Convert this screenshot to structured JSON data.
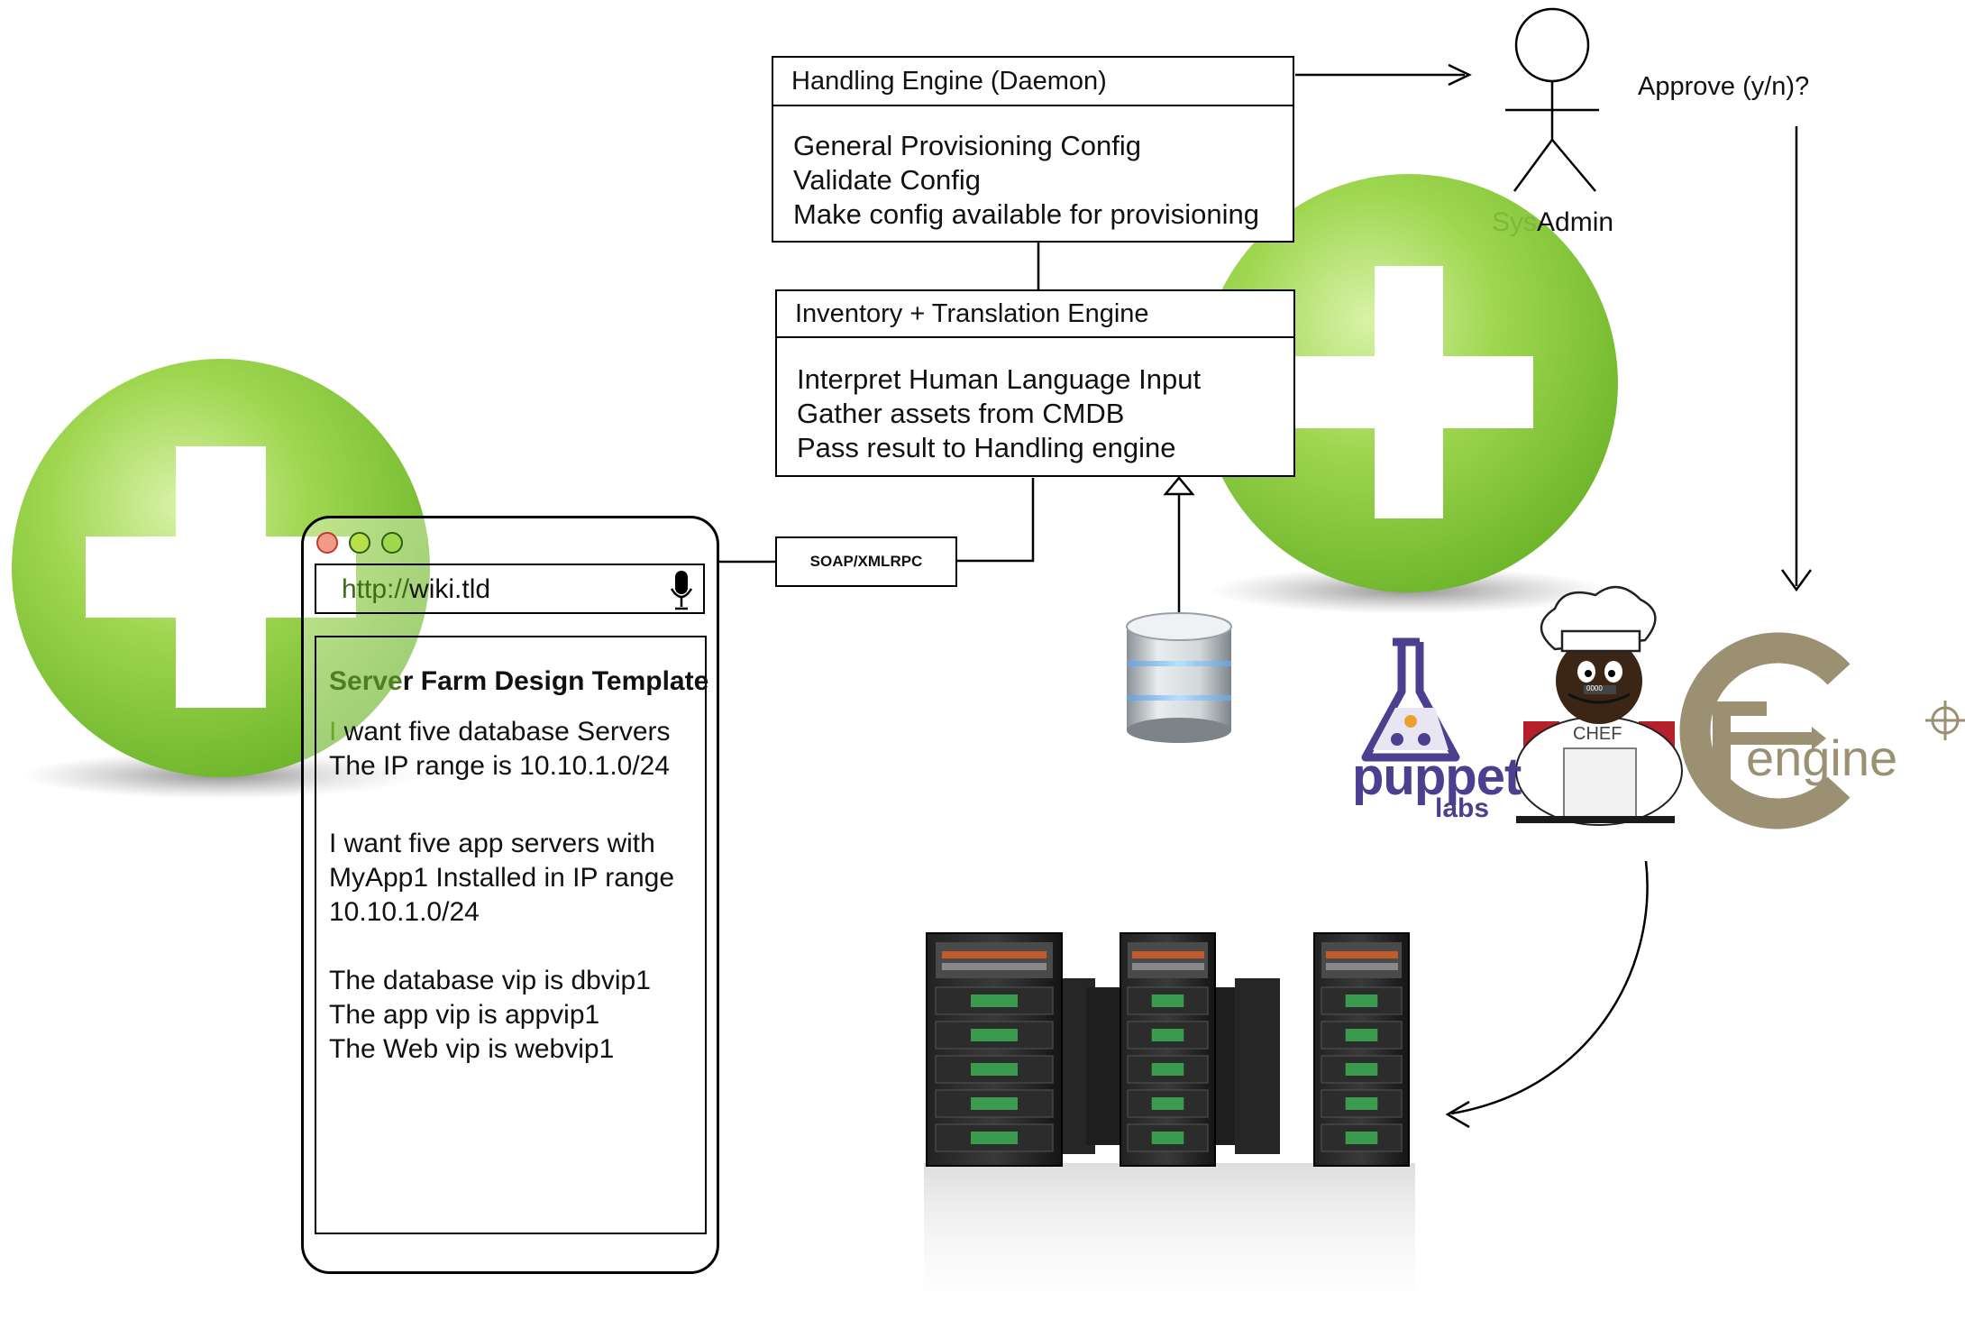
{
  "handling_engine": {
    "title": "Handling Engine (Daemon)",
    "lines": [
      "General Provisioning Config",
      "Validate Config",
      "Make config available for provisioning"
    ]
  },
  "inventory_engine": {
    "title": "Inventory + Translation Engine",
    "lines": [
      "Interpret Human Language Input",
      "Gather assets from CMDB",
      "Pass result to Handling engine"
    ]
  },
  "connector_label": "SOAP/XMLRPC",
  "actor": {
    "label_prefix": "Sys",
    "label_suffix": "Admin"
  },
  "approve_label": "Approve (y/n)?",
  "browser": {
    "url_prefix": "http://",
    "url_suffix": "wiki.tld",
    "title_prefix": "Serve",
    "title_suffix": "r Farm Design Template",
    "paragraph1": {
      "line1_prefix": "I",
      "line1_suffix": " want five database Servers",
      "line2": "The IP range is 10.10.1.0/24"
    },
    "paragraph2": [
      "I want five app servers with",
      "MyApp1 Installed in IP range",
      "10.10.1.0/24"
    ],
    "paragraph3": [
      "The database vip is dbvip1",
      "The app vip is appvip1",
      "The Web vip is webvip1"
    ]
  },
  "logos": {
    "puppet_main": "puppet",
    "puppet_sub": "labs",
    "chef_sign": "CHEF",
    "chef_badge": "0000",
    "cfengine_text": "engine"
  },
  "colors": {
    "plus_green": "#8fcc3a",
    "plus_green_dark": "#5f9e1e",
    "puppet_purple": "#4b3f8f",
    "puppet_orange": "#f0a030",
    "cfengine_olive": "#9b9071",
    "server_green": "#3fbf5a"
  }
}
